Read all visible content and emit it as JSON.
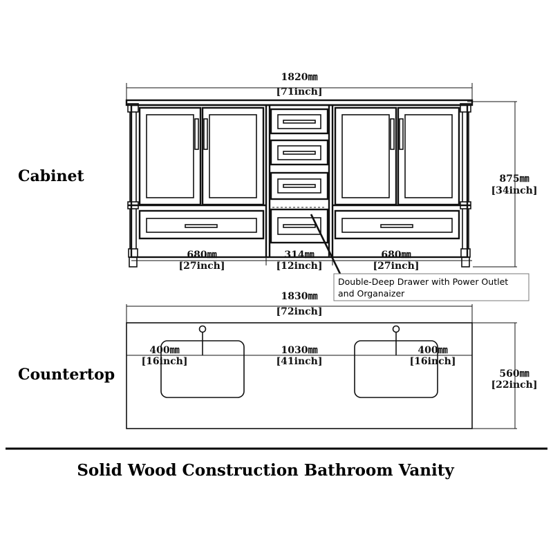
{
  "sections": {
    "cabinet": "Cabinet",
    "countertop": "Countertop"
  },
  "cabinet": {
    "overall_width_mm": "1820㎜",
    "overall_width_in": "[71inch]",
    "height_mm": "875㎜",
    "height_in": "[34inch]",
    "left_bay_mm": "680㎜",
    "left_bay_in": "[27inch]",
    "center_bay_mm": "314㎜",
    "center_bay_in": "[12inch]",
    "right_bay_mm": "680㎜",
    "right_bay_in": "[27inch]"
  },
  "callout": {
    "line1": "Double-Deep Drawer with Power Outlet",
    "line2": "and Organaizer"
  },
  "countertop": {
    "overall_width_mm": "1830㎜",
    "overall_width_in": "[72inch]",
    "depth_mm": "560㎜",
    "depth_in": "[22inch]",
    "left_sink_mm": "400㎜",
    "left_sink_in": "[16inch]",
    "sink_gap_mm": "1030㎜",
    "sink_gap_in": "[41inch]",
    "right_sink_mm": "400㎜",
    "right_sink_in": "[16inch]"
  },
  "title": "Solid Wood Construction Bathroom Vanity"
}
